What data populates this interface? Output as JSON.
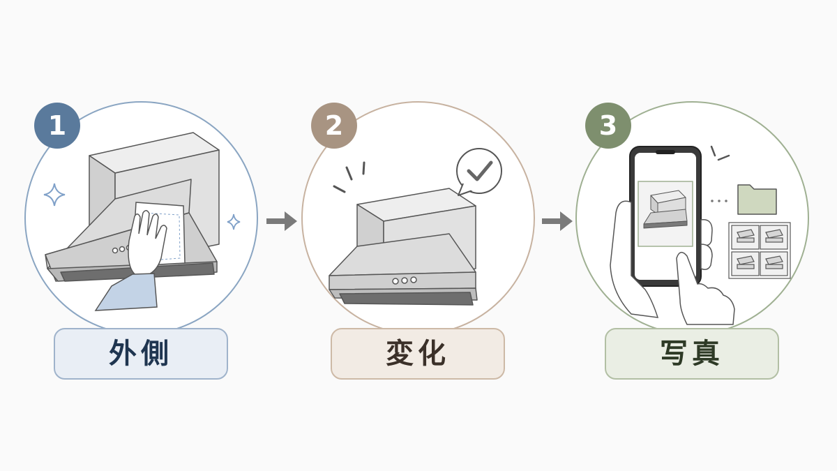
{
  "steps": [
    {
      "number": "1",
      "label": "外側",
      "accent": "#5a7a9c",
      "circle_border": "#8aa5c2",
      "label_bg": "#e9eef5",
      "label_border": "#9fb3cb",
      "label_text": "#1f3550"
    },
    {
      "number": "2",
      "label": "変化",
      "accent": "#a89482",
      "circle_border": "#c7b2a0",
      "label_bg": "#f2ebe4",
      "label_border": "#cdb9a6",
      "label_text": "#3b3029"
    },
    {
      "number": "3",
      "label": "写真",
      "accent": "#7e8f6e",
      "circle_border": "#9fb092",
      "label_bg": "#eaeee4",
      "label_border": "#b2bfa4",
      "label_text": "#2e3a26"
    }
  ],
  "icons": {
    "step1": [
      "range-hood-icon",
      "cleaning-cloth-icon",
      "hand-icon",
      "sparkle-icon"
    ],
    "step2": [
      "range-hood-icon",
      "checkmark-bubble-icon",
      "emphasis-lines-icon"
    ],
    "step3": [
      "smartphone-icon",
      "hands-icon",
      "folder-icon",
      "photo-grid-icon"
    ],
    "arrow": "right-arrow-icon"
  },
  "colors": {
    "arrow": "#7a7a7a",
    "steel_light": "#e6e6e6",
    "steel_mid": "#c8c8c8",
    "steel_dark": "#9a9a9a",
    "line": "#555555",
    "folder": "#cfd8bf"
  }
}
